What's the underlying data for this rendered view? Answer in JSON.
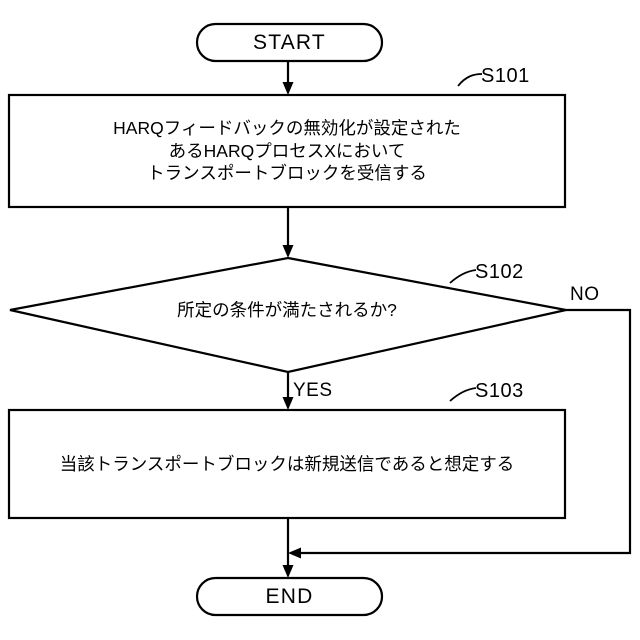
{
  "diagram": {
    "type": "flowchart",
    "title": "HARQ feedback disabled transport block handling",
    "orientation": "top-to-bottom",
    "background_color": "#ffffff",
    "line_color": "#000000",
    "nodes": [
      {
        "id": "start",
        "shape": "terminator",
        "label": "START",
        "tag": ""
      },
      {
        "id": "s101",
        "shape": "process",
        "tag": "S101",
        "lines": [
          "HARQフィードバックの無効化が設定された",
          "あるHARQプロセスXにおいて",
          "トランスポートブロックを受信する"
        ]
      },
      {
        "id": "s102",
        "shape": "decision",
        "tag": "S102",
        "lines": [
          "所定の条件が満たされるか?"
        ]
      },
      {
        "id": "s103",
        "shape": "process",
        "tag": "S103",
        "lines": [
          "当該トランスポートブロックは新規送信であると想定する"
        ]
      },
      {
        "id": "end",
        "shape": "terminator",
        "label": "END",
        "tag": ""
      }
    ],
    "edges": [
      {
        "from": "start",
        "to": "s101",
        "label": ""
      },
      {
        "from": "s101",
        "to": "s102",
        "label": ""
      },
      {
        "from": "s102",
        "to": "s103",
        "label": "YES"
      },
      {
        "from": "s102",
        "to": "end",
        "label": "NO"
      },
      {
        "from": "s103",
        "to": "end",
        "label": ""
      }
    ]
  }
}
